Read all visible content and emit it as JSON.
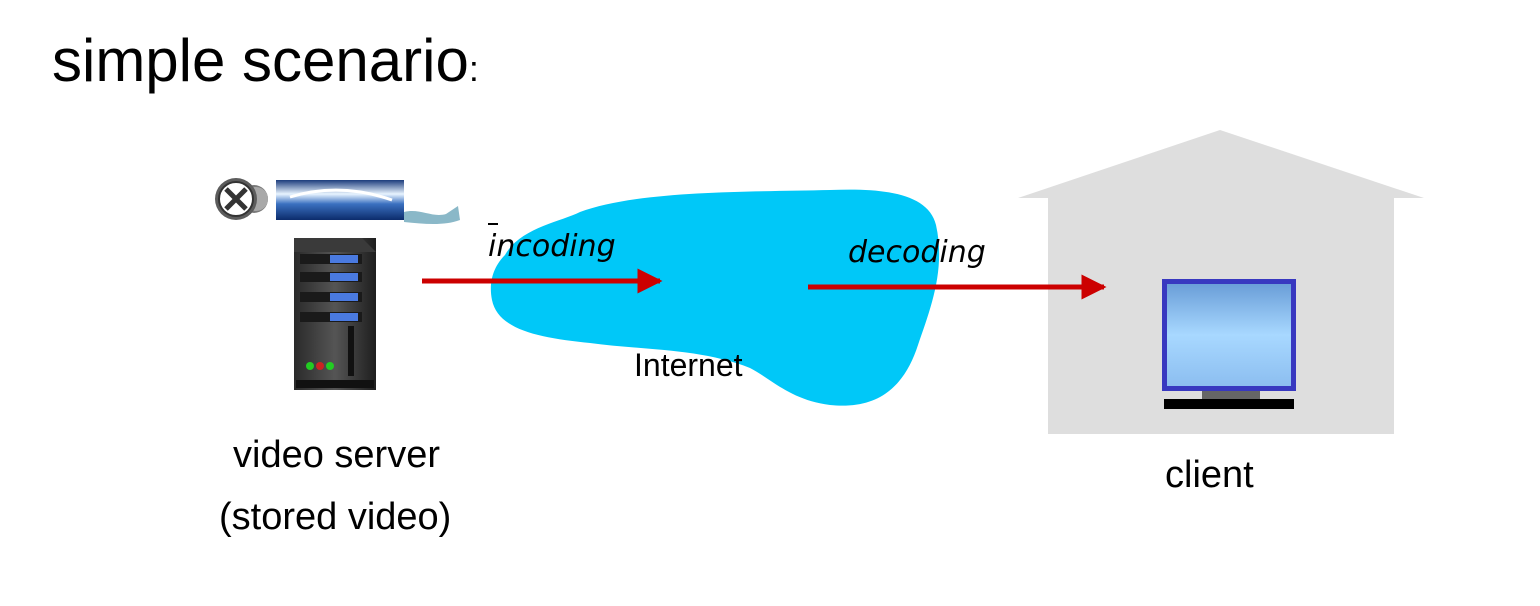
{
  "slide": {
    "title": "simple scenario",
    "title_colon": ":"
  },
  "nodes": {
    "server": {
      "label_line1": "video server",
      "label_line2": "(stored video)",
      "icon": "server-icon"
    },
    "network": {
      "label": "Internet",
      "icon": "cloud-icon"
    },
    "client": {
      "label": "client",
      "icon": "monitor-icon"
    }
  },
  "annotations": {
    "left_arrow": "incoding",
    "right_arrow": "decoding"
  },
  "colors": {
    "cloud": "#00c8f8",
    "arrow": "#cc0000",
    "house": "#dedede",
    "monitor_frame": "#3838c0"
  }
}
